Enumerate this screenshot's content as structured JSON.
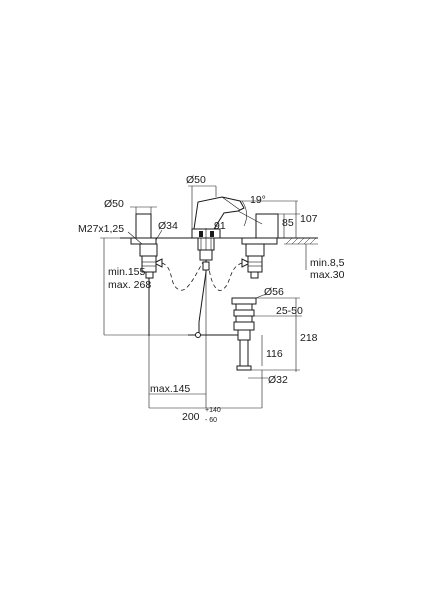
{
  "dimensions": {
    "d50_spout": "Ø50",
    "angle": "19°",
    "d50_left": "Ø50",
    "h107": "107",
    "h85": "85",
    "thread": "M27x1,25",
    "d34": "Ø34",
    "n91": "91",
    "min_8_5": "min.8,5",
    "max_30": "max.30",
    "min_155": "min.155",
    "max_268": "max. 268",
    "d56": "Ø56",
    "r25_50": "25-50",
    "h218": "218",
    "h116": "116",
    "d32": "Ø32",
    "max_145": "max.145",
    "w200": "200",
    "tol_plus": "+140",
    "tol_minus": "- 60"
  }
}
